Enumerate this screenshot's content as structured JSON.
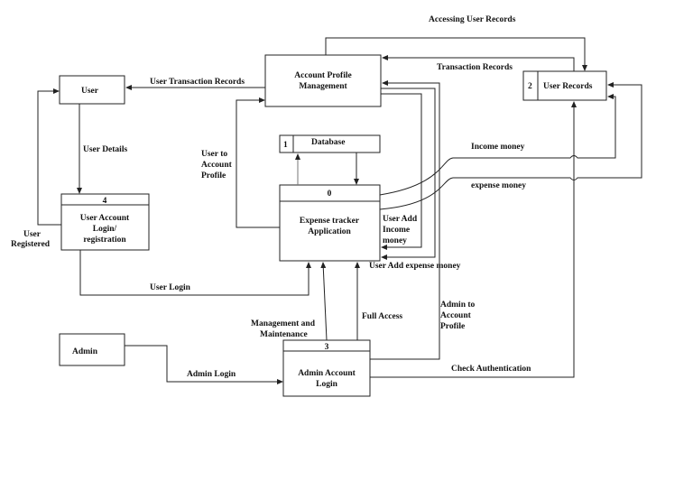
{
  "nodes": {
    "user": "User",
    "admin": "Admin",
    "account_profile": [
      "Account Profile",
      "Management"
    ],
    "user_records": {
      "id": "2",
      "label": "User Records"
    },
    "database": {
      "id": "1",
      "label": "Database"
    },
    "expense_app": {
      "id": "0",
      "label": [
        "Expense tracker",
        "Application"
      ]
    },
    "user_login_reg": {
      "id": "4",
      "label": [
        "User Account",
        "Login/",
        "registration"
      ]
    },
    "admin_login": {
      "id": "3",
      "label": [
        "Admin Account",
        "Login"
      ]
    }
  },
  "flows": {
    "accessing_user_records": "Accessing User Records",
    "transaction_records": "Transaction Records",
    "user_transaction_records": "User Transaction Records",
    "user_details": "User Details",
    "user_to_account_profile": [
      "User to",
      "Account",
      "Profile"
    ],
    "user_registered": [
      "User",
      "Registered"
    ],
    "user_login": "User Login",
    "income_money": "Income money",
    "expense_money": "expense money",
    "user_add_income": [
      "User Add",
      "Income",
      "money"
    ],
    "user_add_expense": "User Add expense money",
    "management": [
      "Management and",
      "Maintenance"
    ],
    "full_access": "Full Access",
    "admin_to_account_profile": [
      "Admin to",
      "Account",
      "Profile"
    ],
    "admin_login": "Admin Login",
    "check_authentication": "Check Authentication"
  }
}
